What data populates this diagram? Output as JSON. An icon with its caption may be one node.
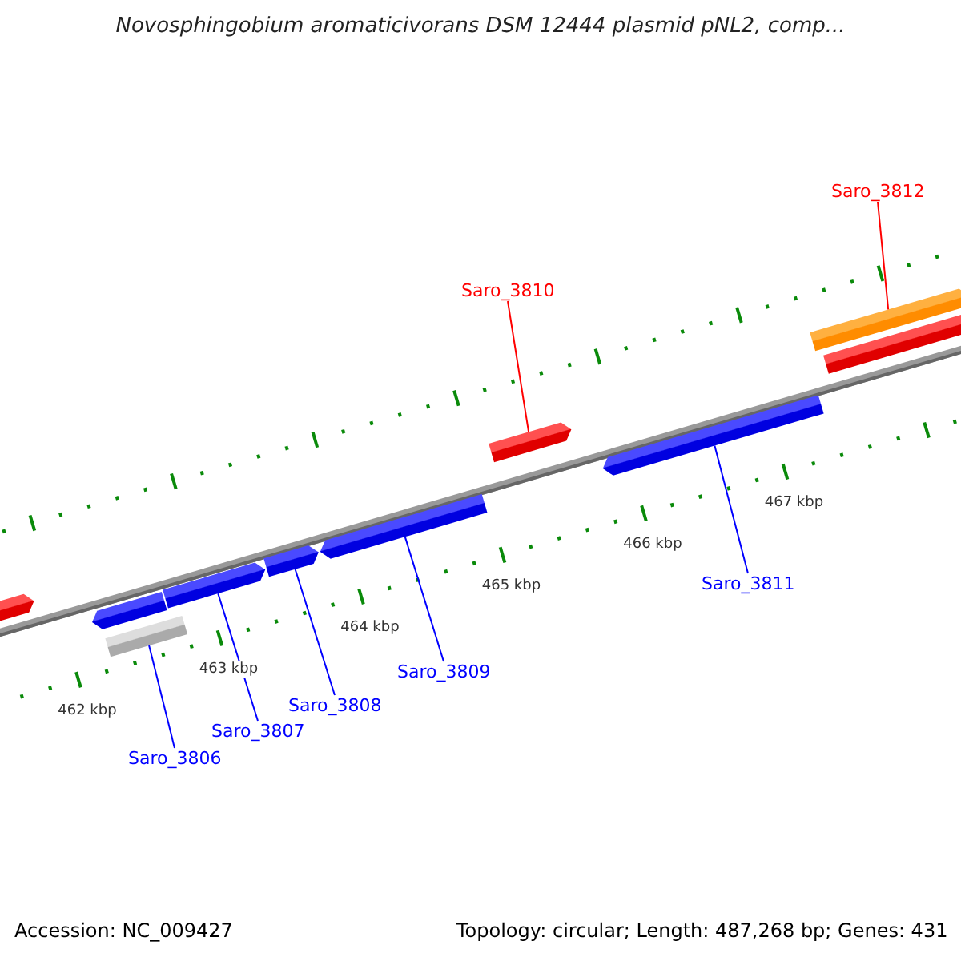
{
  "diagram": {
    "title": "Novosphingobium aromaticivorans DSM 12444 plasmid pNL2, comp...",
    "nodes": [
      {
        "text": [
          "Saro_3812"
        ]
      },
      {
        "text": [],
        "shape": "bar"
      },
      {
        "text": [],
        "shape": "bar"
      },
      {
        "text": [
          "Saro_3810"
        ]
      },
      {
        "text": [],
        "shape": "bar"
      },
      {
        "text": [],
        "shape": "bar"
      },
      {
        "text": [],
        "shape": "bar"
      },
      {
        "text": [],
        "shape": "bar"
      },
      {
        "text": [],
        "shape": "bar"
      },
      {
        "text": [],
        "shape": "bar"
      },
      {
        "text": [],
        "shape": "bar"
      },
      {
        "text": [],
        "shape": "box"
      },
      {
        "text": [
          "Saro_3811"
        ]
      },
      {
        "text": [
          "Saro_3809"
        ]
      },
      {
        "text": [
          "Saro_3808"
        ]
      },
      {
        "text": [
          "Saro_3807"
        ]
      },
      {
        "text": [
          "Saro_3806"
        ]
      }
    ],
    "edges": [
      {
        "from": 0,
        "to": 1,
        "arrow": "none",
        "color": "#ff0000"
      },
      {
        "from": 3,
        "to": 4,
        "arrow": "none",
        "color": "#ff0000"
      },
      {
        "from": 12,
        "to": 5,
        "arrow": "none"
      },
      {
        "from": 13,
        "to": 10,
        "arrow": "none"
      },
      {
        "from": 14,
        "to": 9,
        "arrow": "none"
      },
      {
        "from": 15,
        "to": 8,
        "arrow": "none"
      },
      {
        "from": 16,
        "to": 11,
        "arrow": "none"
      }
    ],
    "labels": [
      "462 kbp",
      "463 kbp",
      "464 kbp",
      "465 kbp",
      "466 kbp",
      "467 kbp",
      "Accession: NC_009427",
      "Topology: circular; Length: 487,268 bp; Genes: 431"
    ]
  }
}
